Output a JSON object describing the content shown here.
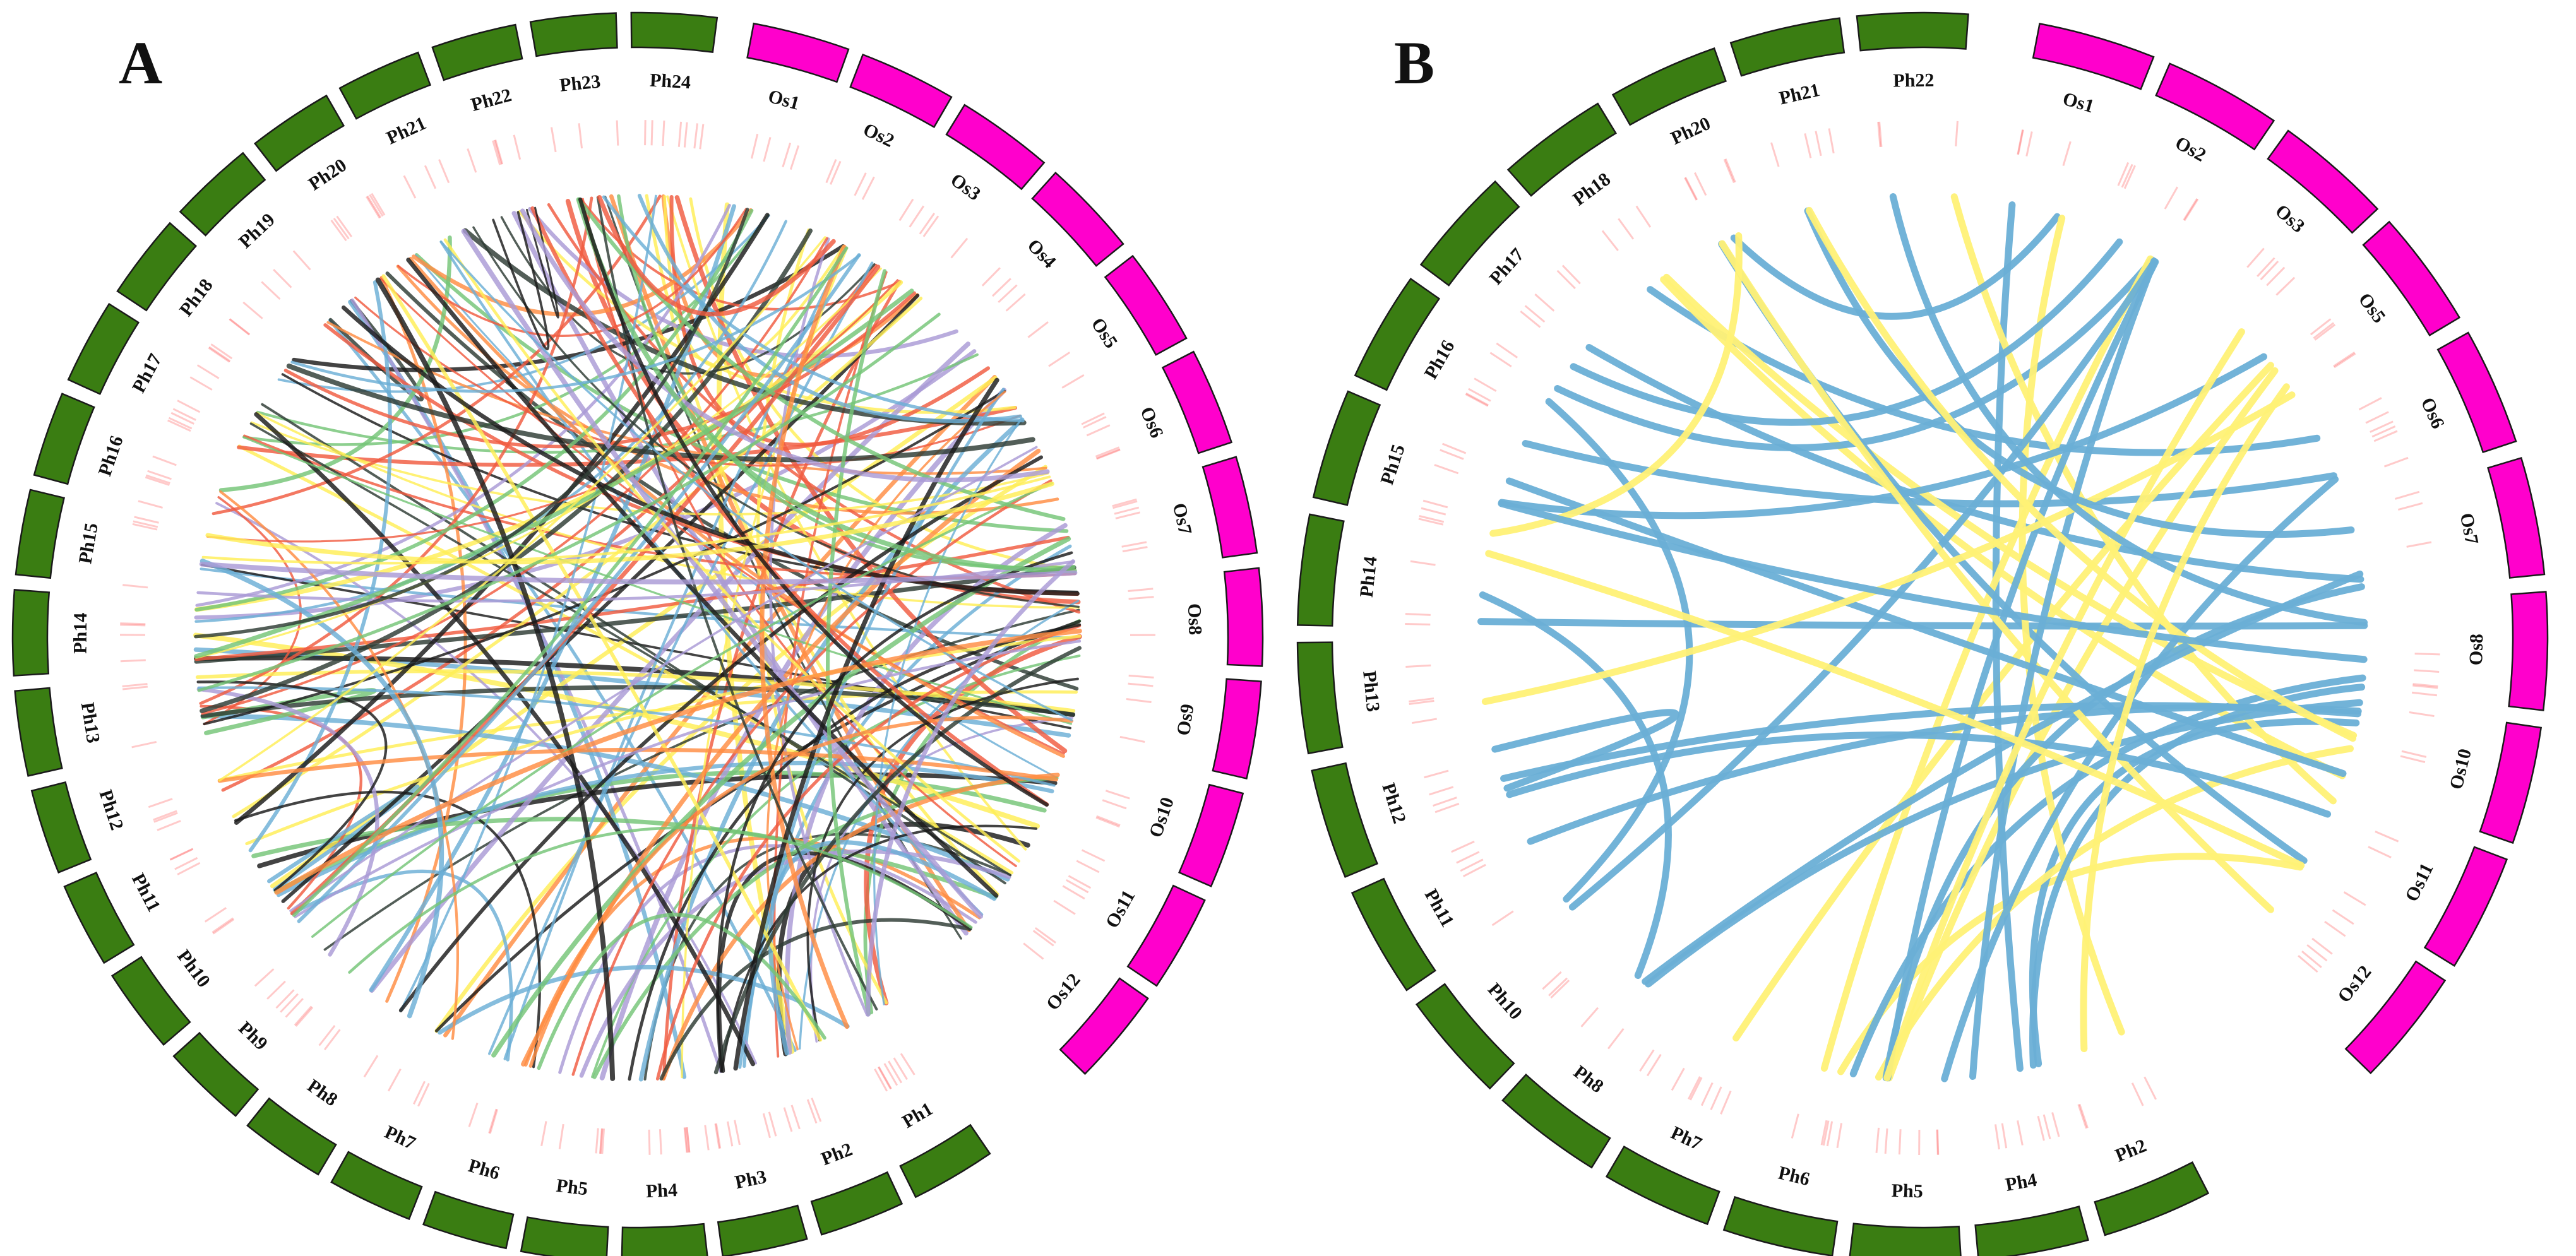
{
  "colors": {
    "os_chromosome": "#ff00cc",
    "ph_chromosome": "#3a7d12",
    "link_palette_A": [
      "#6baed6",
      "#74c476",
      "#ff8c42",
      "#f05a40",
      "#ffee55",
      "#a99ad6",
      "#1a1a1a",
      "#2d3a33"
    ],
    "link_palette_B": [
      "#6aafd6",
      "#fff176"
    ],
    "gene_tick": "#ff6a6a"
  },
  "panels": [
    {
      "id": "A",
      "letter": "A",
      "os_chromosomes": [
        "Os1",
        "Os2",
        "Os3",
        "Os4",
        "Os5",
        "Os6",
        "Os7",
        "Os8",
        "Os9",
        "Os10",
        "Os11",
        "Os12"
      ],
      "ph_chromosomes": [
        "Ph1",
        "Ph2",
        "Ph3",
        "Ph4",
        "Ph5",
        "Ph6",
        "Ph7",
        "Ph8",
        "Ph9",
        "Ph10",
        "Ph11",
        "Ph12",
        "Ph13",
        "Ph14",
        "Ph15",
        "Ph16",
        "Ph17",
        "Ph18",
        "Ph19",
        "Ph20",
        "Ph21",
        "Ph22",
        "Ph23",
        "Ph24"
      ]
    },
    {
      "id": "B",
      "letter": "B",
      "os_chromosomes": [
        "Os1",
        "Os2",
        "Os3",
        "Os5",
        "Os6",
        "Os7",
        "Os8",
        "Os10",
        "Os11",
        "Os12"
      ],
      "ph_chromosomes": [
        "Ph2",
        "Ph4",
        "Ph5",
        "Ph6",
        "Ph7",
        "Ph8",
        "Ph10",
        "Ph11",
        "Ph12",
        "Ph13",
        "Ph14",
        "Ph15",
        "Ph16",
        "Ph17",
        "Ph18",
        "Ph20",
        "Ph21",
        "Ph22"
      ]
    }
  ]
}
